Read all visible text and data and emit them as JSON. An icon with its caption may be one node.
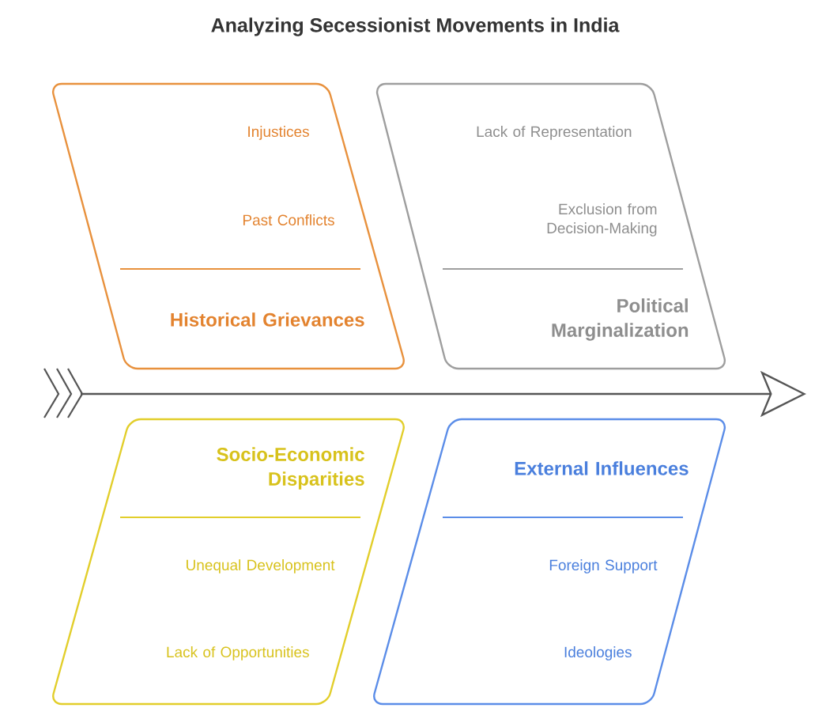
{
  "diagram": {
    "title": "Analyzing Secessionist Movements in India",
    "nodes": [
      {
        "text": [
          "Injustices",
          "Past Conflicts",
          "Historical Grievances"
        ]
      },
      {
        "text": [
          "Lack of Representation",
          "Exclusion from Decision-Making",
          "Political Marginalization"
        ]
      },
      {
        "text": [
          "Socio-Economic Disparities",
          "Unequal Development",
          "Lack of Opportunities"
        ]
      },
      {
        "text": [
          "External Influences",
          "Foreign Support",
          "Ideologies"
        ]
      }
    ]
  }
}
